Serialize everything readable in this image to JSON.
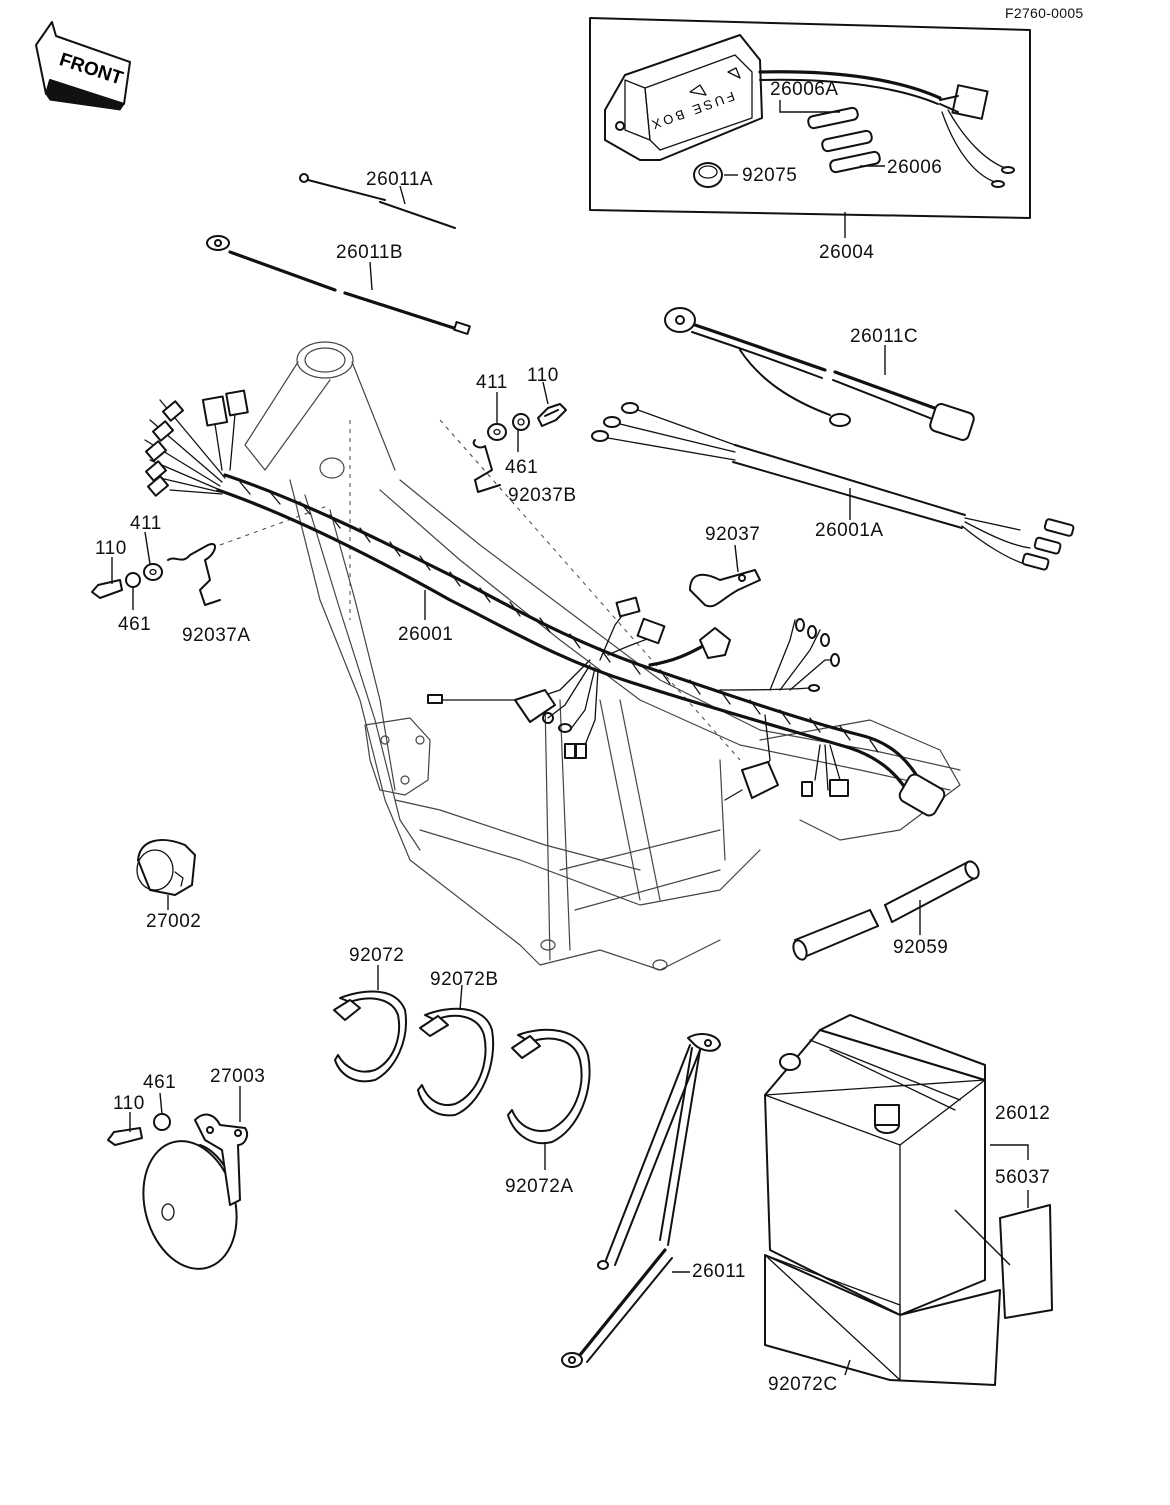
{
  "document_code": "F2760-0005",
  "front_label": "FRONT",
  "fuse_box_text": "FUSE BOX",
  "labels": {
    "p26011A": "26011A",
    "p26011B": "26011B",
    "p26006A": "26006A",
    "p26006": "26006",
    "p92075": "92075",
    "p26004": "26004",
    "p26011C": "26011C",
    "p411_top": "411",
    "p110_top": "110",
    "p461_top": "461",
    "p92037B": "92037B",
    "p26001A": "26001A",
    "p92037": "92037",
    "p411_left": "411",
    "p110_left": "110",
    "p461_left": "461",
    "p92037A": "92037A",
    "p26001": "26001",
    "p27002": "27002",
    "p92059": "92059",
    "p92072": "92072",
    "p92072B": "92072B",
    "p92072A": "92072A",
    "p461_horn": "461",
    "p27003": "27003",
    "p110_horn": "110",
    "p26011": "26011",
    "p26012": "26012",
    "p56037": "56037",
    "p92072C": "92072C"
  }
}
